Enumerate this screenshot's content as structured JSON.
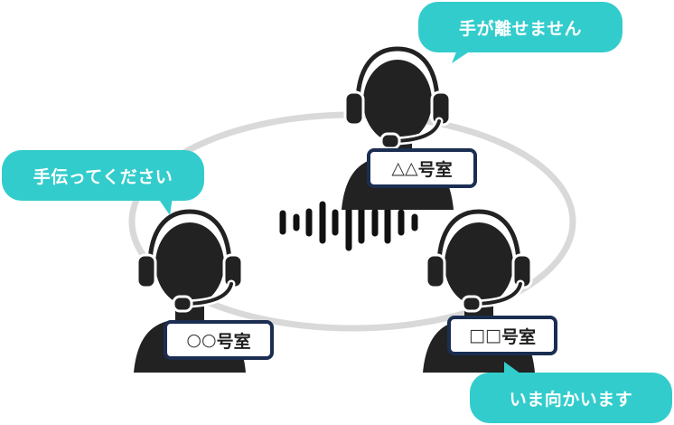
{
  "diagram": {
    "colors": {
      "bubble": "#33cccc",
      "bubble_text": "#ffffff",
      "ring": "#d9d9d9",
      "person": "#222222",
      "label_border": "#1b2e52"
    },
    "bubbles": [
      {
        "id": "top-right",
        "text": "手が離せません"
      },
      {
        "id": "left",
        "text": "手伝ってください"
      },
      {
        "id": "bottom-right",
        "text": "いま向かいます"
      }
    ],
    "operators": [
      {
        "id": "top",
        "room_symbols": "△△",
        "room_suffix": "号室",
        "icon": "headset-operator-icon"
      },
      {
        "id": "left",
        "room_symbols": "○○",
        "room_suffix": "号室",
        "icon": "headset-operator-icon"
      },
      {
        "id": "right",
        "room_symbols": "□□",
        "room_suffix": "号室",
        "icon": "headset-operator-icon"
      }
    ],
    "center_icon": "sound-wave-icon"
  }
}
